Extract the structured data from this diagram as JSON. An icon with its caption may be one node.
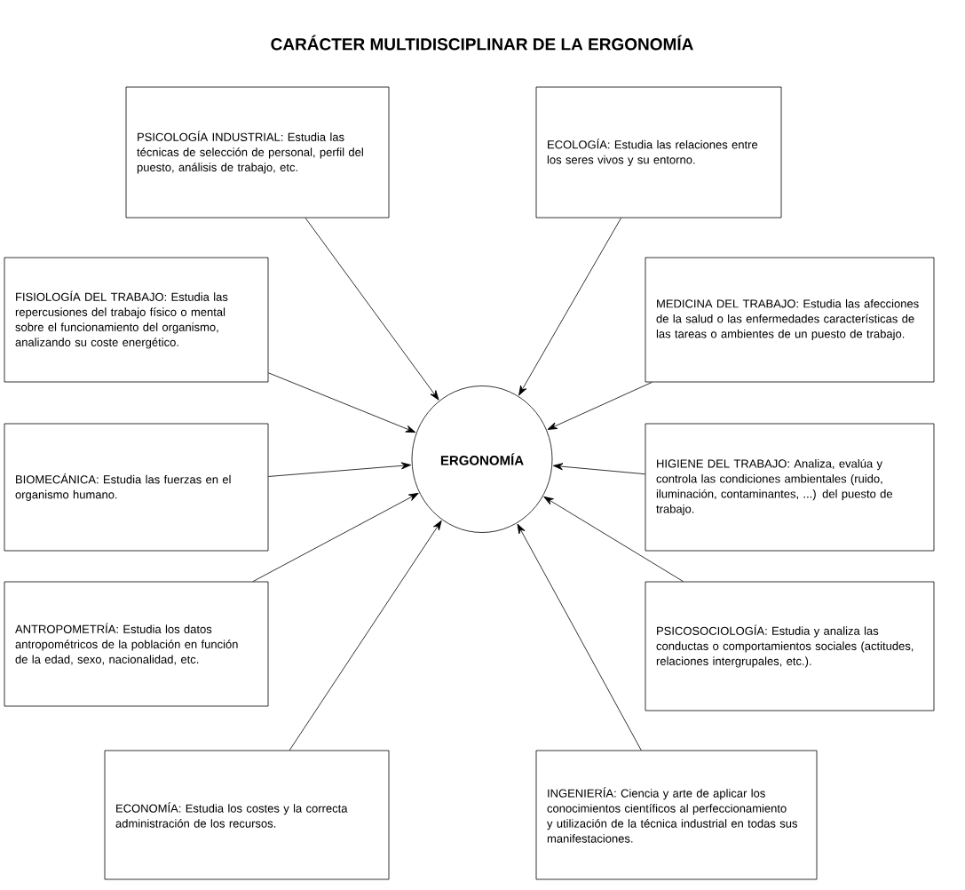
{
  "diagram": {
    "title": "CARÁCTER MULTIDISCIPLINAR DE LA ERGONOMÍA",
    "nodes": [
      {
        "text": [
          "ERGONOMÍA"
        ]
      },
      {
        "text": [
          "PSICOLOGÍA INDUSTRIAL: Estudia las técnicas de selección de personal, perfil del puesto, análisis de trabajo, etc."
        ]
      },
      {
        "text": [
          "ECOLOGÍA: Estudia las relaciones entre los seres vivos y su entorno."
        ]
      },
      {
        "text": [
          "FISIOLOGÍA DEL TRABAJO: Estudia las repercusiones del trabajo físico o mental sobre el funcionamiento del organismo, analizando su coste energético."
        ]
      },
      {
        "text": [
          "MEDICINA DEL TRABAJO: Estudia las afecciones de la salud o las enfermedades características de las tareas o ambientes de un puesto de trabajo."
        ]
      },
      {
        "text": [
          "BIOMECÁNICA: Estudia las fuerzas en el organismo humano."
        ]
      },
      {
        "text": [
          "HIGIENE DEL TRABAJO: Analiza, evalúa y controla las condiciones ambientales (ruido, iluminación, contaminantes, ...) del puesto de trabajo."
        ]
      },
      {
        "text": [
          "ANTROPOMETRÍA: Estudia los datos antropométricos de la población en función de la edad, sexo, nacionalidad, etc."
        ]
      },
      {
        "text": [
          "PSICOSOCIOLOGÍA: Estudia y analiza las conductas o comportamientos sociales (actitudes, relaciones intergrupales, etc.)."
        ]
      },
      {
        "text": [
          "ECONOMÍA: Estudia los costes y la correcta administración de los recursos."
        ]
      },
      {
        "text": [
          "INGENIERÍA: Ciencia y arte de aplicar los conocimientos científicos al perfeccionamiento y utilización de la técnica industrial en todas sus manifestaciones."
        ]
      }
    ],
    "edges": [
      {
        "from": 1,
        "to": 0,
        "arrow": "to"
      },
      {
        "from": 2,
        "to": 0,
        "arrow": "to"
      },
      {
        "from": 3,
        "to": 0,
        "arrow": "to"
      },
      {
        "from": 4,
        "to": 0,
        "arrow": "to"
      },
      {
        "from": 5,
        "to": 0,
        "arrow": "to"
      },
      {
        "from": 6,
        "to": 0,
        "arrow": "to"
      },
      {
        "from": 7,
        "to": 0,
        "arrow": "to"
      },
      {
        "from": 8,
        "to": 0,
        "arrow": "to"
      },
      {
        "from": 9,
        "to": 0,
        "arrow": "to"
      },
      {
        "from": 10,
        "to": 0,
        "arrow": "to"
      }
    ]
  }
}
